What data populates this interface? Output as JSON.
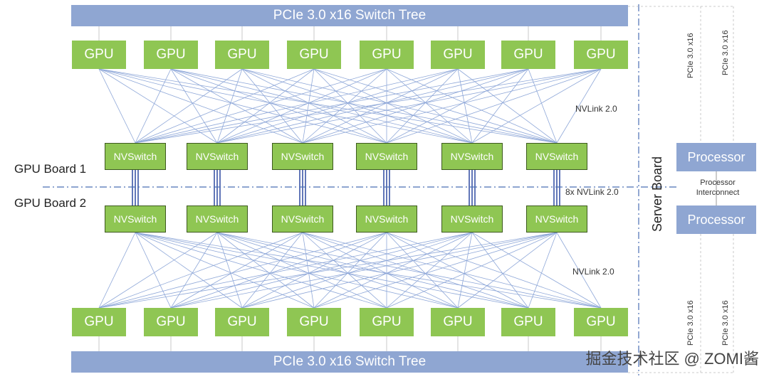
{
  "pcie_tree_label": "PCIe 3.0 x16 Switch Tree",
  "gpu_label": "GPU",
  "nvswitch_label": "NVSwitch",
  "board_labels": [
    "GPU Board 1",
    "GPU Board 2"
  ],
  "nvlink_label": "NVLink 2.0",
  "nvlink_bridge_label": "8x NVLink 2.0",
  "server_board_label": "Server Board",
  "processor_label": "Processor",
  "processor_interconnect_label": [
    "Processor",
    "Interconnect"
  ],
  "pcie_link_label": "PCIe 3.0 x16",
  "watermark": "掘金技术社区 @ ZOMI酱",
  "colors": {
    "gpu": "#8fc653",
    "bar": "#8fa6d2",
    "link": "#8ea7d8",
    "bridge": "#3a55a6"
  }
}
